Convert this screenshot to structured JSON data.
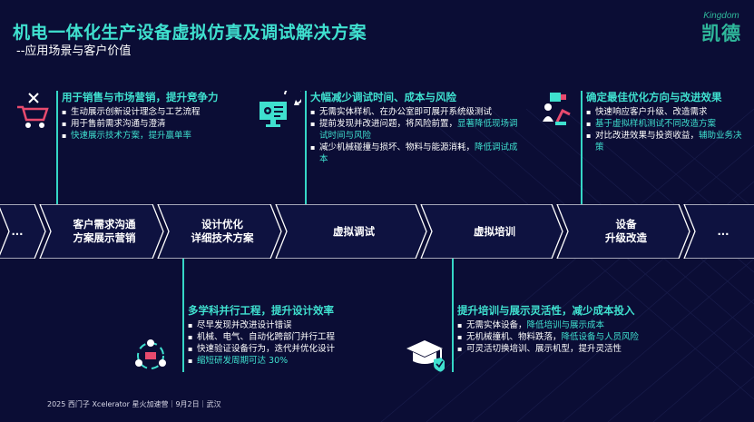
{
  "header": {
    "title": "机电一体化生产设备虚拟仿真及调试解决方案",
    "subtitle": "--应用场景与客户价值"
  },
  "logo": {
    "en": "Kingdom",
    "cn": "凯德"
  },
  "process_steps": [
    {
      "label": "..."
    },
    {
      "label": "客户需求沟通\n方案展示营销"
    },
    {
      "label": "设计优化\n详细技术方案"
    },
    {
      "label": "虚拟调试"
    },
    {
      "label": "虚拟培训"
    },
    {
      "label": "设备\n升级改造"
    },
    {
      "label": "..."
    }
  ],
  "boxes": {
    "sales": {
      "heading": "用于销售与市场营销，提升竞争力",
      "items": [
        {
          "text": "生动展示创新设计理念与工艺流程",
          "hl": ""
        },
        {
          "text": "用于售前需求沟通与澄清",
          "hl": ""
        },
        {
          "text": "",
          "hl": "快速展示技术方案，提升赢单率"
        }
      ]
    },
    "debug": {
      "heading": "大幅减少调试时间、成本与风险",
      "items": [
        {
          "text": "无需实体样机、在办公室即可展开系统级测试",
          "hl": ""
        },
        {
          "text": "提前发现并改进问题，将风险前置，",
          "hl": "显著降低现场调试时间与风险"
        },
        {
          "text": "减少机械碰撞与损坏、物料与能源消耗，",
          "hl": "降低调试成本"
        }
      ]
    },
    "optimize": {
      "heading": "确定最佳优化方向与改进效果",
      "items": [
        {
          "text": "快速响应客户升级、改造需求",
          "hl": ""
        },
        {
          "text": "",
          "hl": "基于虚拟样机测试不同改造方案"
        },
        {
          "text": "对比改进效果与投资收益，",
          "hl": "辅助业务决策"
        }
      ]
    },
    "design": {
      "heading": "多学科并行工程，提升设计效率",
      "items": [
        {
          "text": "尽早发现并改进设计错误",
          "hl": ""
        },
        {
          "text": "机械、电气、自动化跨部门并行工程",
          "hl": ""
        },
        {
          "text": "快速验证设备行为，迭代并优化设计",
          "hl": ""
        },
        {
          "text": "",
          "hl": "缩短研发周期可达 30%"
        }
      ]
    },
    "training": {
      "heading": "提升培训与展示灵活性，减少成本投入",
      "items": [
        {
          "text": "无需实体设备，",
          "hl": "降低培训与展示成本"
        },
        {
          "text": "无机械撞机、物料跌落，",
          "hl": "降低设备与人员风险"
        },
        {
          "text": "可灵活切换培训、展示机型，提升灵活性",
          "hl": ""
        }
      ]
    }
  },
  "footer": "2025 西门子 Xcelerator 星火加速营｜9月2日｜武汉",
  "colors": {
    "bg": "#0b0d35",
    "accent": "#3fe0cf",
    "logo": "#2fb89b"
  }
}
